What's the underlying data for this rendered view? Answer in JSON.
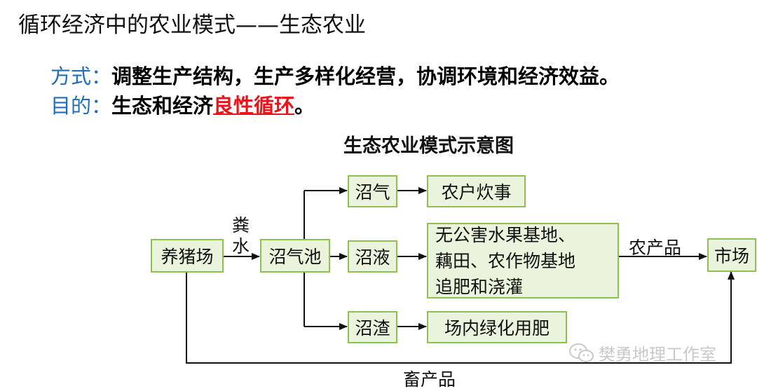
{
  "title": "循环经济中的农业模式——生态农业",
  "method": {
    "label": "方式：",
    "text": "调整生产结构，生产多样化经营，协调环境和经济效益。"
  },
  "purpose": {
    "label": "目的：",
    "text_before": "生态和经济",
    "highlight": "良性循环",
    "text_after": "。"
  },
  "diagram": {
    "title": "生态农业模式示意图",
    "nodes": {
      "pig_farm": "养猪场",
      "biogas_digester": "沼气池",
      "biogas": "沼气",
      "biogas_liquid": "沼液",
      "biogas_residue": "沼渣",
      "cooking": "农户炊事",
      "fertilize_lines": [
        "无公害水果基地、",
        "藕田、农作物基地",
        "追肥和浇灌"
      ],
      "greening": "场内绿化用肥",
      "market": "市场"
    },
    "edge_labels": {
      "manure_water_1": "粪",
      "manure_water_2": "水",
      "agri_products": "农产品",
      "livestock_products": "畜产品"
    }
  },
  "watermark": "樊勇地理工作室",
  "colors": {
    "box_fill": "#eaf4dc",
    "box_border": "#8cc152",
    "label_blue": "#1f6fb7",
    "highlight_red": "#e8141b"
  }
}
